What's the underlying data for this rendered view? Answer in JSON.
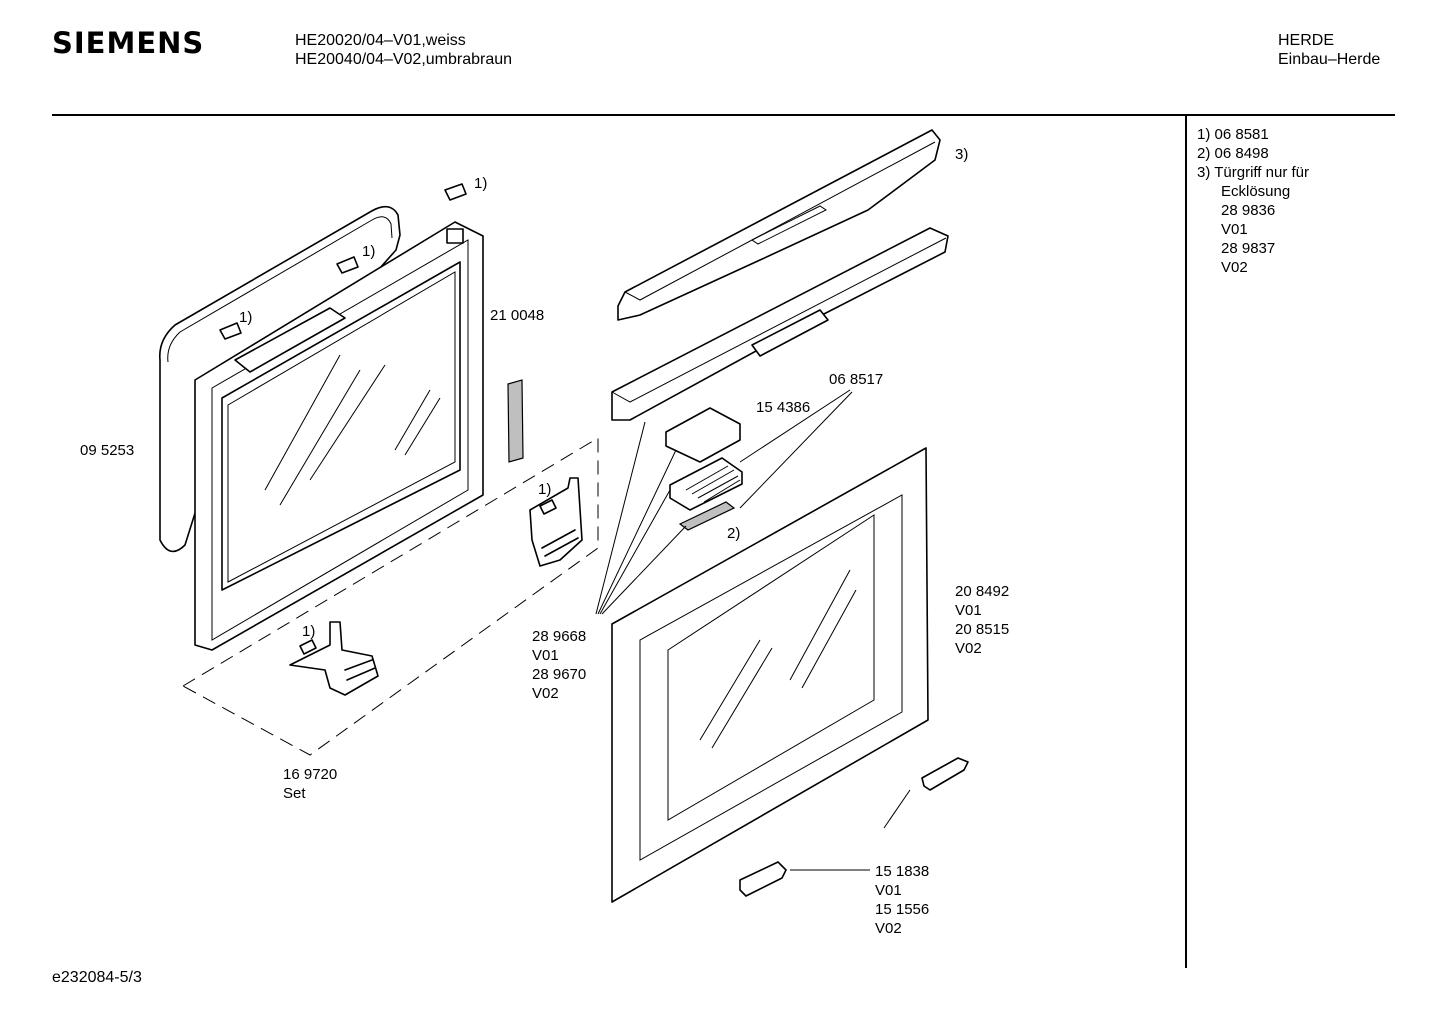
{
  "header": {
    "brand": "SIEMENS",
    "model_line_1": "HE20020/04–V01,weiss",
    "model_line_2": "HE20040/04–V02,umbrabraun",
    "category_1": "HERDE",
    "category_2": "Einbau–Herde"
  },
  "notes": [
    "1)  06 8581",
    "2)  06 8498",
    "3)  Türgriff nur für",
    "Ecklösung",
    "28 9836",
    "V01",
    "28 9837",
    "V02"
  ],
  "labels": {
    "p_210048": "21 0048",
    "p_095253": "09 5253",
    "p_068517": "06 8517",
    "p_154386": "15 4386",
    "p_289668": [
      "28 9668",
      "V01",
      "28 9670",
      "V02"
    ],
    "p_208492": [
      "20 8492",
      "V01",
      "20 8515",
      "V02"
    ],
    "p_169720": [
      "16 9720",
      "Set"
    ],
    "p_151838": [
      "15 1838",
      "V01",
      "15 1556",
      "V02"
    ],
    "ref_1": "1)",
    "ref_2": "2)",
    "ref_3": "3)"
  },
  "footer": {
    "doc_id": "e232084-5/3"
  }
}
